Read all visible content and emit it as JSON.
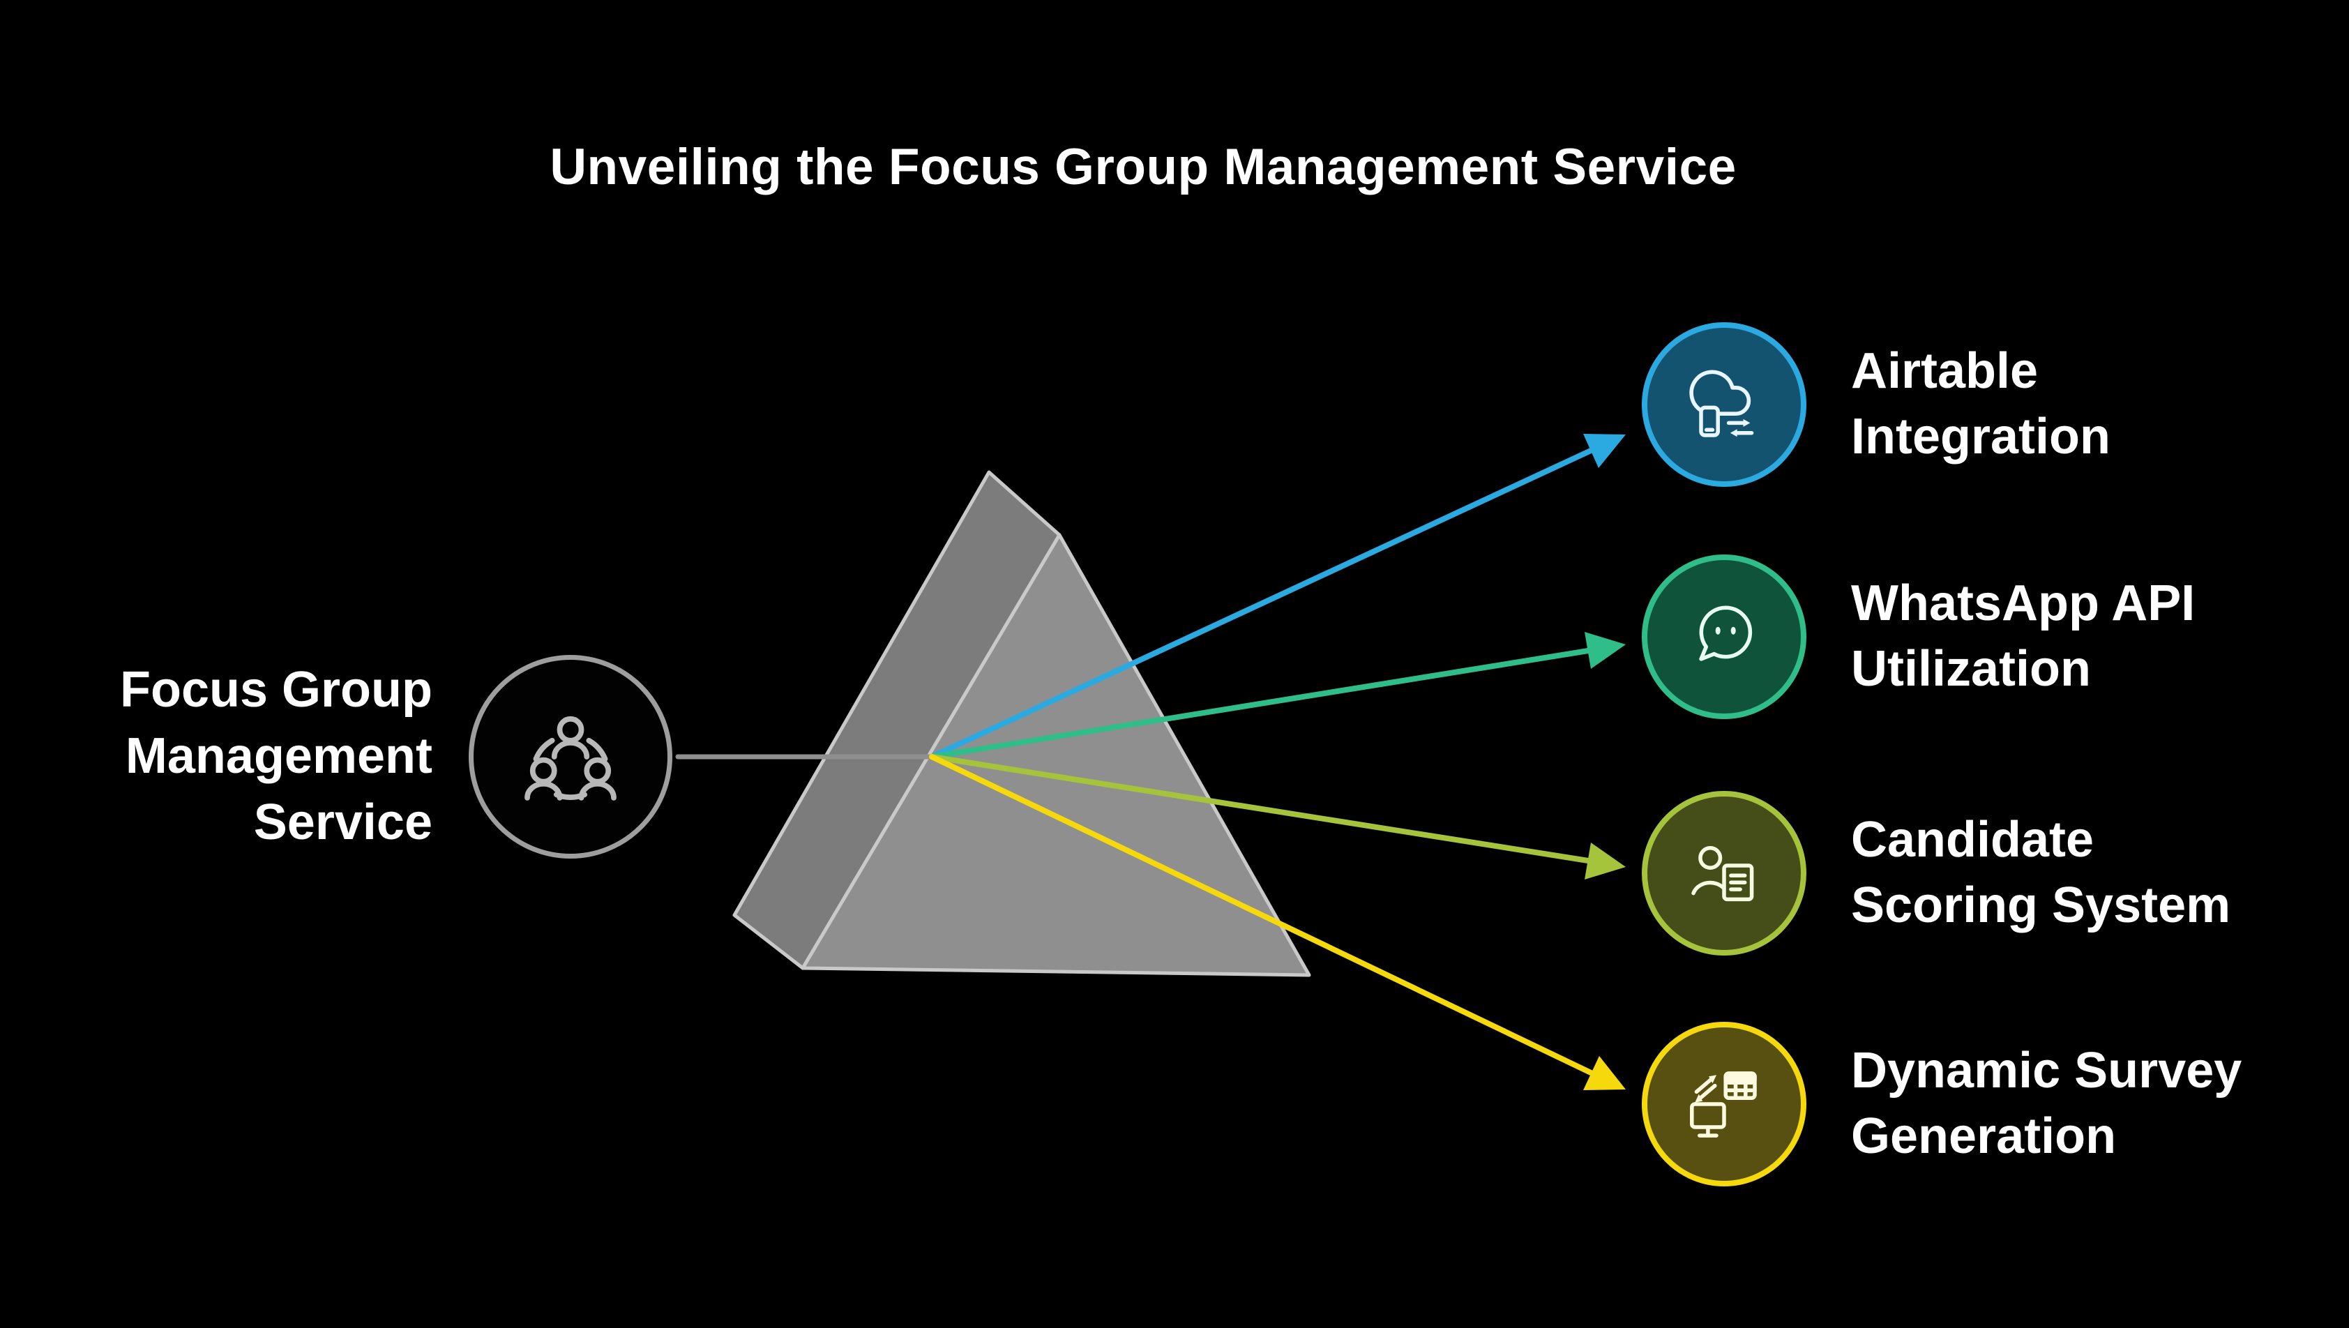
{
  "background": "#000000",
  "text_color": "#FFFFFF",
  "title": "Unveiling the Focus Group Management Service",
  "connector_color": "#8F8F8F",
  "prism": {
    "front_fill": "#8F8F8F",
    "side_fill": "#7C7C7C",
    "edge_color": "#C9C9C9"
  },
  "source": {
    "label": "Focus Group Management Service",
    "lines": [
      "Focus Group",
      "Management",
      "Service"
    ],
    "icon": "people-network-icon",
    "circle_color": "#9E9E9E",
    "icon_color": "#B8B8B8"
  },
  "items": [
    {
      "label": "Airtable Integration",
      "lines": [
        "Airtable",
        "Integration"
      ],
      "icon": "cloud-device-sync-icon",
      "color": "#2BAAE2",
      "fill": "#14536F",
      "icon_color": "#EAF6FF"
    },
    {
      "label": "WhatsApp API Utilization",
      "lines": [
        "WhatsApp API",
        "Utilization"
      ],
      "icon": "chat-bubble-icon",
      "color": "#2FBE8A",
      "fill": "#10533B",
      "icon_color": "#E8FCF3"
    },
    {
      "label": "Candidate Scoring System",
      "lines": [
        "Candidate",
        "Scoring System"
      ],
      "icon": "person-document-icon",
      "color": "#A5C43B",
      "fill": "#454E18",
      "icon_color": "#F5FAE3"
    },
    {
      "label": "Dynamic Survey Generation",
      "lines": [
        "Dynamic Survey",
        "Generation"
      ],
      "icon": "monitor-table-sync-icon",
      "color": "#F5D90D",
      "fill": "#575010",
      "icon_color": "#FEFAE0"
    }
  ]
}
